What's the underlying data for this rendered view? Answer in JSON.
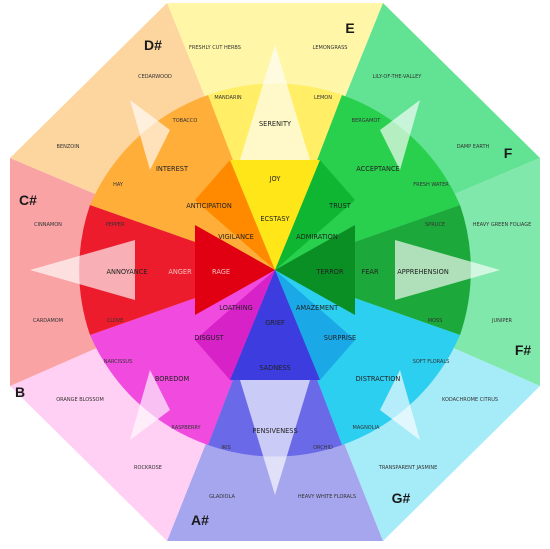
{
  "keys": [
    {
      "id": "E",
      "label": "E",
      "color": "#fff6a8"
    },
    {
      "id": "F",
      "label": "F",
      "color": "#67e59c"
    },
    {
      "id": "Fs",
      "label": "F#",
      "color": "#7ae7a6"
    },
    {
      "id": "Gs",
      "label": "G#",
      "color": "#a8ecf7"
    },
    {
      "id": "As",
      "label": "A#",
      "color": "#a7a7ee"
    },
    {
      "id": "B",
      "label": "B",
      "color": "#ffd1f4"
    },
    {
      "id": "Cs",
      "label": "C#",
      "color": "#f8a3a3"
    },
    {
      "id": "Ds",
      "label": "D#",
      "color": "#fdd6a0"
    }
  ],
  "scents": {
    "freshly_cut_herbs": "FRESHLY CUT HERBS",
    "lemongrass": "LEMONGRASS",
    "cedarwood": "CEDARWOOD",
    "lily": "LILY-OF-THE-VALLEY",
    "mandarin": "MANDARIN",
    "lemon": "LEMON",
    "tobacco": "TOBACCO",
    "bergamot": "BERGAMOT",
    "benzoin": "BENZOIN",
    "damp_earth": "DAMP EARTH",
    "hay": "HAY",
    "fresh_water": "FRESH WATER",
    "cinnamon": "CINNAMON",
    "heavy_green": "HEAVY GREEN FOLIAGE",
    "pepper": "PEPPER",
    "spruce": "SPRUCE",
    "cardamom": "CARDAMOM",
    "juniper": "JUNIPER",
    "clove": "CLOVE",
    "moss": "MOSS",
    "narcissus": "NARCISSUS",
    "soft_florals": "SOFT FLORALS",
    "orange_blossom": "ORANGE BLOSSOM",
    "kodachrome": "KODACHROME CITRUS",
    "raspberry": "RASPBERRY",
    "magnolia": "MAGNOLIA",
    "iris": "IRIS",
    "orchid": "ORCHID",
    "rockrose": "ROCKROSE",
    "jasmine": "TRANSPARENT JASMINE",
    "gladiola": "GLADIOLA",
    "white_florals": "HEAVY WHITE FLORALS"
  },
  "emotions": {
    "serenity": "SERENITY",
    "joy": "JOY",
    "ecstasy": "ECSTASY",
    "interest": "INTEREST",
    "anticipation": "ANTICIPATION",
    "vigilance": "VIGILANCE",
    "acceptance": "ACCEPTANCE",
    "trust": "TRUST",
    "admiration": "ADMIRATION",
    "annoyance": "ANNOYANCE",
    "anger": "ANGER",
    "rage": "RAGE",
    "terror": "TERROR",
    "fear": "FEAR",
    "apprehension": "APPREHENSION",
    "loathing": "LOATHING",
    "grief": "GRIEF",
    "amazement": "AMAZEMENT",
    "disgust": "DISGUST",
    "surprise": "SURPRISE",
    "boredom": "BOREDOM",
    "sadness": "SADNESS",
    "distraction": "DISTRACTION",
    "pensiveness": "PENSIVENESS"
  }
}
